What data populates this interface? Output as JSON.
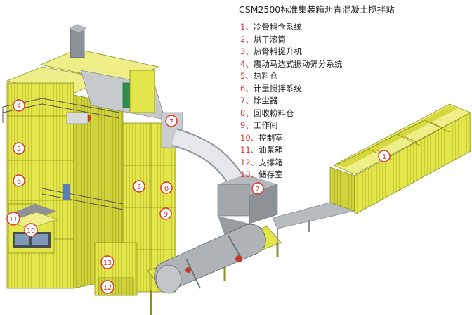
{
  "title": "CSM2500标准集装箱沥青混凝土搅拌站",
  "legend": [
    {
      "num": "1",
      "label": "冷骨料仓系统"
    },
    {
      "num": "2",
      "label": "烘干滚筒"
    },
    {
      "num": "3",
      "label": "热骨料提升机"
    },
    {
      "num": "4",
      "label": "震动马达式振动筛分系统"
    },
    {
      "num": "5",
      "label": "热料仓"
    },
    {
      "num": "6",
      "label": "计量搅拌系统"
    },
    {
      "num": "7",
      "label": "除尘器"
    },
    {
      "num": "8",
      "label": "回收粉料仓"
    },
    {
      "num": "9",
      "label": "工作间"
    },
    {
      "num": "10",
      "label": "控制室"
    },
    {
      "num": "11",
      "label": "油泵箱"
    },
    {
      "num": "12",
      "label": "支撑箱"
    },
    {
      "num": "13",
      "label": "储存室"
    }
  ],
  "separator": "、",
  "colors": {
    "container": "#e3e64a",
    "container_dark": "#c3c62d",
    "container_light": "#efef8a",
    "steel": "#9ea3a8",
    "steel_dark": "#6f757a",
    "duct": "#dfe3e7",
    "number_red": "#d9382f",
    "accent_green": "#2f8f4a"
  }
}
